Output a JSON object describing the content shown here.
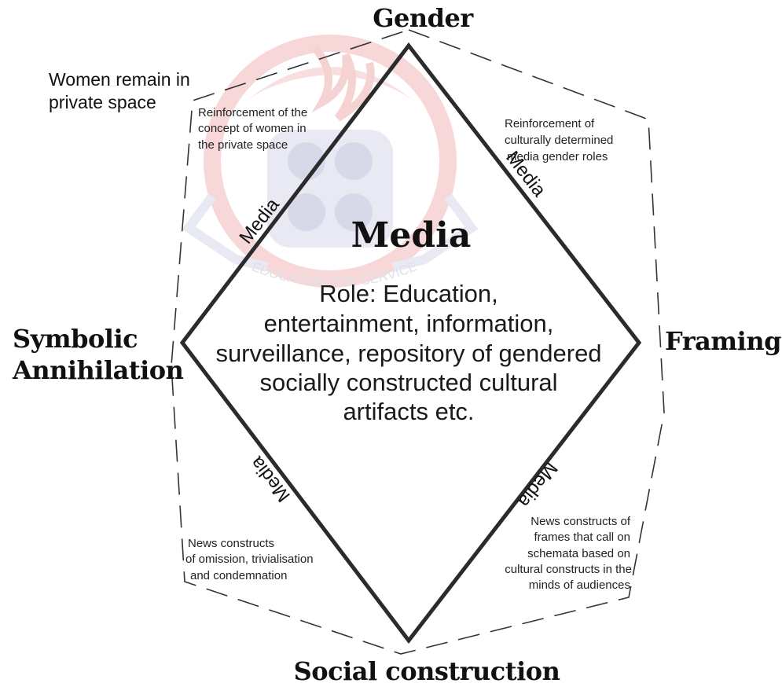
{
  "nodes": {
    "top": "Gender",
    "right": "Framing",
    "bottom": "Social construction",
    "left_line1": "Symbolic",
    "left_line2": "Annihilation"
  },
  "center": {
    "title": "Media",
    "lines": [
      "Role: Education,",
      "entertainment, information,",
      "surveillance, repository of gendered",
      "socially constructed cultural",
      "artifacts etc."
    ]
  },
  "edge_label": "Media",
  "annotations": {
    "outside_top_left": [
      "Women remain in",
      "private space"
    ],
    "top_left": [
      "Reinforcement of the",
      "concept of women in",
      "the private space"
    ],
    "top_right": [
      "Reinforcement of",
      "culturally determined",
      "media gender roles"
    ],
    "bottom_left": [
      "News constructs",
      "of omission, trivialisation",
      "and condemnation"
    ],
    "bottom_right": [
      "News constructs of",
      "frames that call on",
      "schemata based on",
      "cultural constructs in the",
      "minds of audiences"
    ]
  },
  "watermark": {
    "text": "EDUCATION FOR SERVICE",
    "icon": "university-crest-icon"
  },
  "colors": {
    "diamond": "#2b2b2b",
    "dash": "#333333",
    "text": "#111111",
    "watermark_red": "#f4c2c2",
    "watermark_blue": "#c4c6dc"
  }
}
